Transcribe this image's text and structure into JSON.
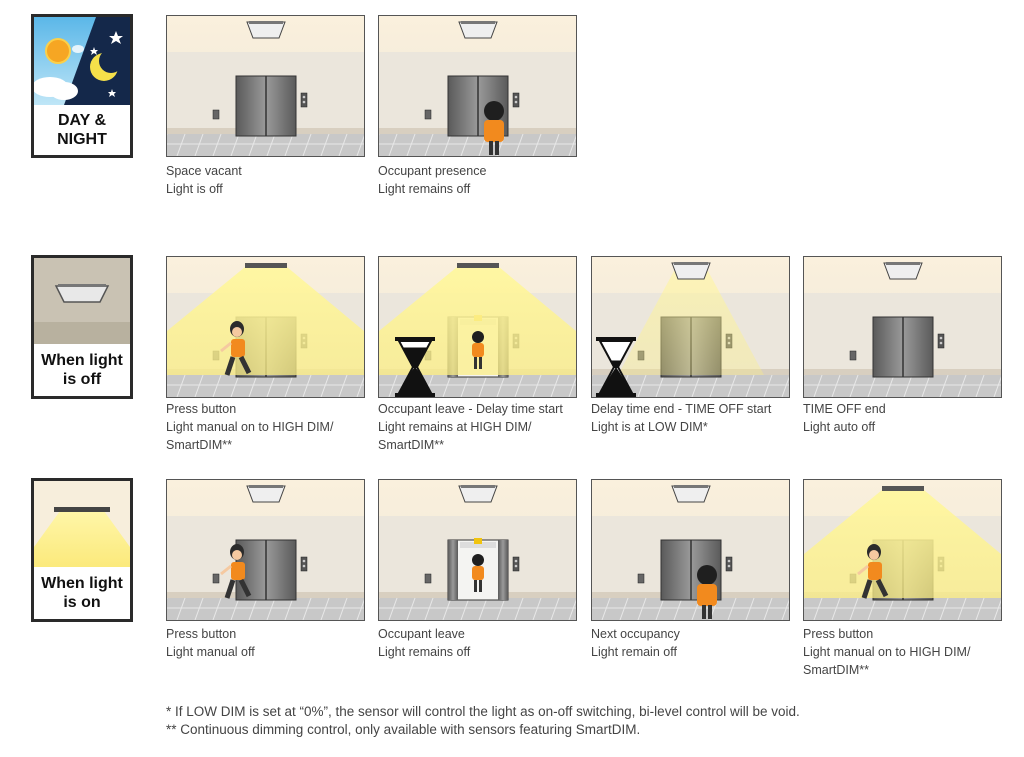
{
  "row_icons": [
    {
      "id": "day-night",
      "label_lines": [
        "DAY &",
        "NIGHT"
      ],
      "icon": "sun-moon-icon"
    },
    {
      "id": "light-off",
      "label_lines": [
        "When light",
        "is off"
      ],
      "icon": "ceiling-light-off-icon"
    },
    {
      "id": "light-on",
      "label_lines": [
        "When light",
        "is on"
      ],
      "icon": "ceiling-light-on-icon"
    }
  ],
  "rows": [
    [
      {
        "lines": [
          "Space vacant",
          "Light is off"
        ]
      },
      {
        "lines": [
          "Occupant presence",
          "Light remains off"
        ]
      }
    ],
    [
      {
        "lines": [
          "Press button",
          "Light manual on to HIGH DIM/",
          "SmartDIM**"
        ]
      },
      {
        "lines": [
          "Occupant leave - Delay time start",
          "Light remains at HIGH DIM/",
          "SmartDIM**"
        ]
      },
      {
        "lines": [
          "Delay time end - TIME OFF start",
          "Light is at LOW DIM*"
        ]
      },
      {
        "lines": [
          "TIME OFF end",
          "Light auto off"
        ]
      }
    ],
    [
      {
        "lines": [
          "Press button",
          "Light manual off"
        ]
      },
      {
        "lines": [
          "Occupant leave",
          "Light remains off"
        ]
      },
      {
        "lines": [
          "Next occupancy",
          "Light remain off"
        ]
      },
      {
        "lines": [
          "Press button",
          "Light manual on to HIGH DIM/",
          "SmartDIM**"
        ]
      }
    ]
  ],
  "footnotes": {
    "low_dim": "* If LOW DIM is set at “0%”, the sensor will control the light as on-off switching, bi-level control will be void.",
    "smartdim": "** Continuous dimming control, only available with sensors featuring SmartDIM."
  },
  "colors": {
    "light_beam": "#fff27a",
    "wall": "#ece6da",
    "floor": "#c9c9c9",
    "shirt": "#f28a1e",
    "border": "#2a2a2a"
  }
}
